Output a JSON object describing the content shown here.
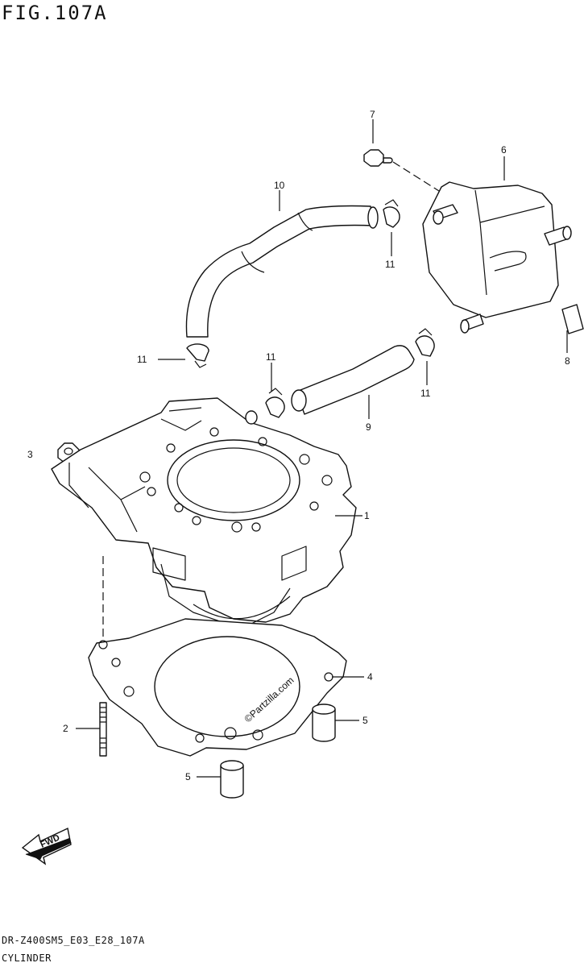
{
  "figure": {
    "title": "FIG.107A"
  },
  "callouts": {
    "c1": "1",
    "c2": "2",
    "c3": "3",
    "c4": "4",
    "c5a": "5",
    "c5b": "5",
    "c6": "6",
    "c7": "7",
    "c8": "8",
    "c9": "9",
    "c10": "10",
    "c11a": "11",
    "c11b": "11",
    "c11c": "11",
    "c11d": "11"
  },
  "watermark": "©Partzilla.com",
  "fwd_label": "FWD",
  "footer": {
    "code": "DR-Z400SM5_E03_E28_107A",
    "section": "CYLINDER"
  }
}
